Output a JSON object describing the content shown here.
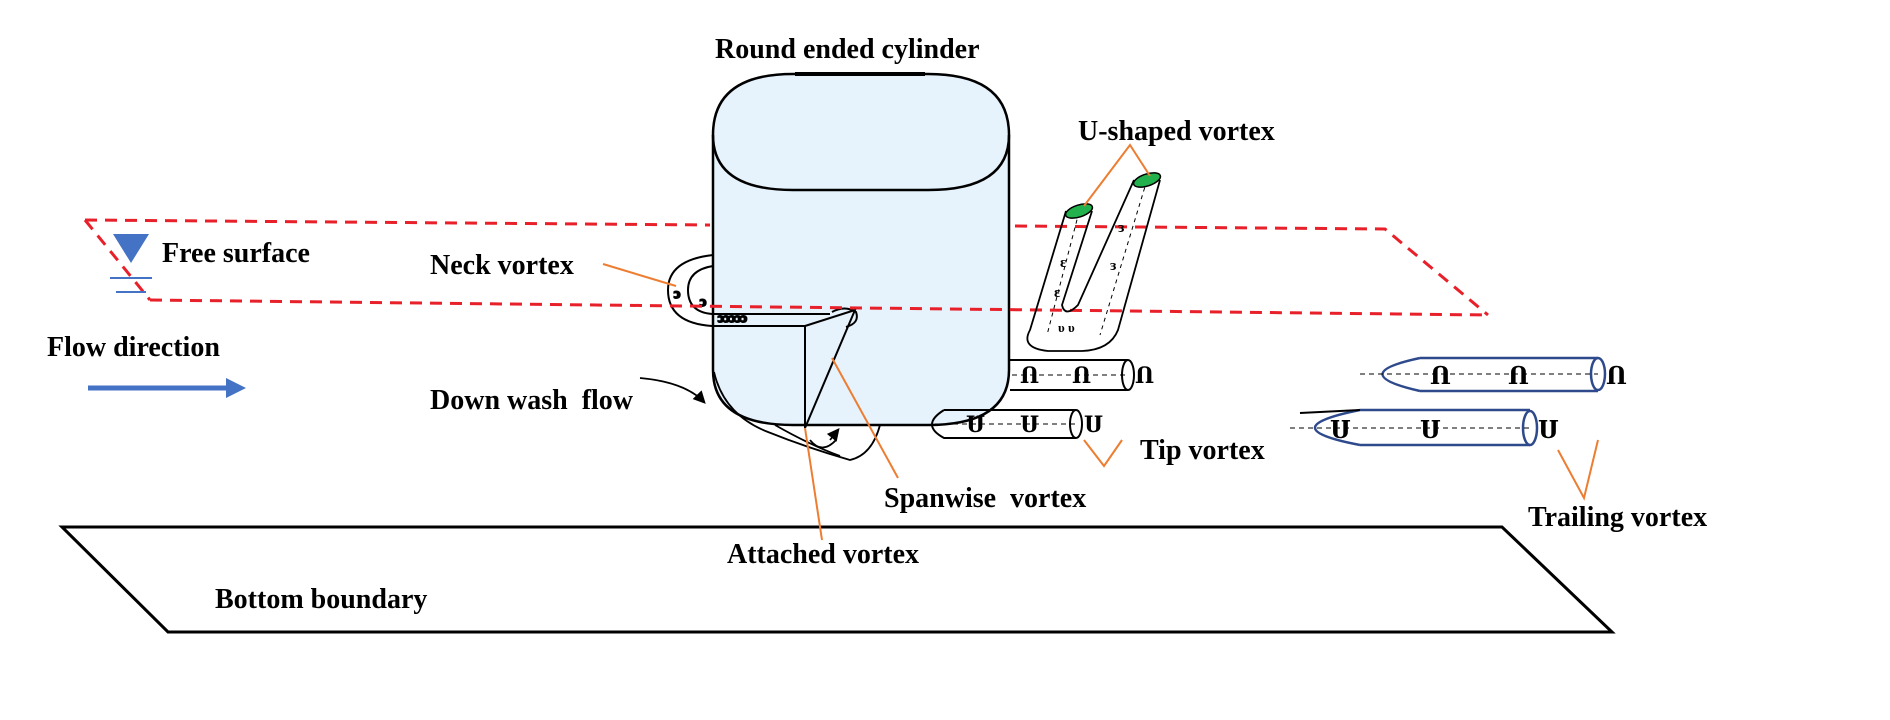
{
  "labels": {
    "title": "Round ended cylinder",
    "u_shaped": "U-shaped vortex",
    "free_surface": "Free surface",
    "neck": "Neck vortex",
    "flow_direction": "Flow direction",
    "down_wash": "Down wash  flow",
    "tip": "Tip vortex",
    "spanwise": "Spanwise  vortex",
    "trailing": "Trailing vortex",
    "attached": "Attached vortex",
    "bottom": "Bottom boundary"
  },
  "colors": {
    "cylinder_fill": "#e6f2fc",
    "free_surface_line": "#e8202a",
    "flow_arrow": "#4472c4",
    "leader": "#ed7d31",
    "u_vortex_cap": "#22b14c",
    "trailing_tube": "#2e4a8c",
    "outline": "#000000"
  },
  "icons": {
    "free_surface_marker": "triangle-down-icon",
    "flow_arrow": "arrow-right-icon"
  }
}
